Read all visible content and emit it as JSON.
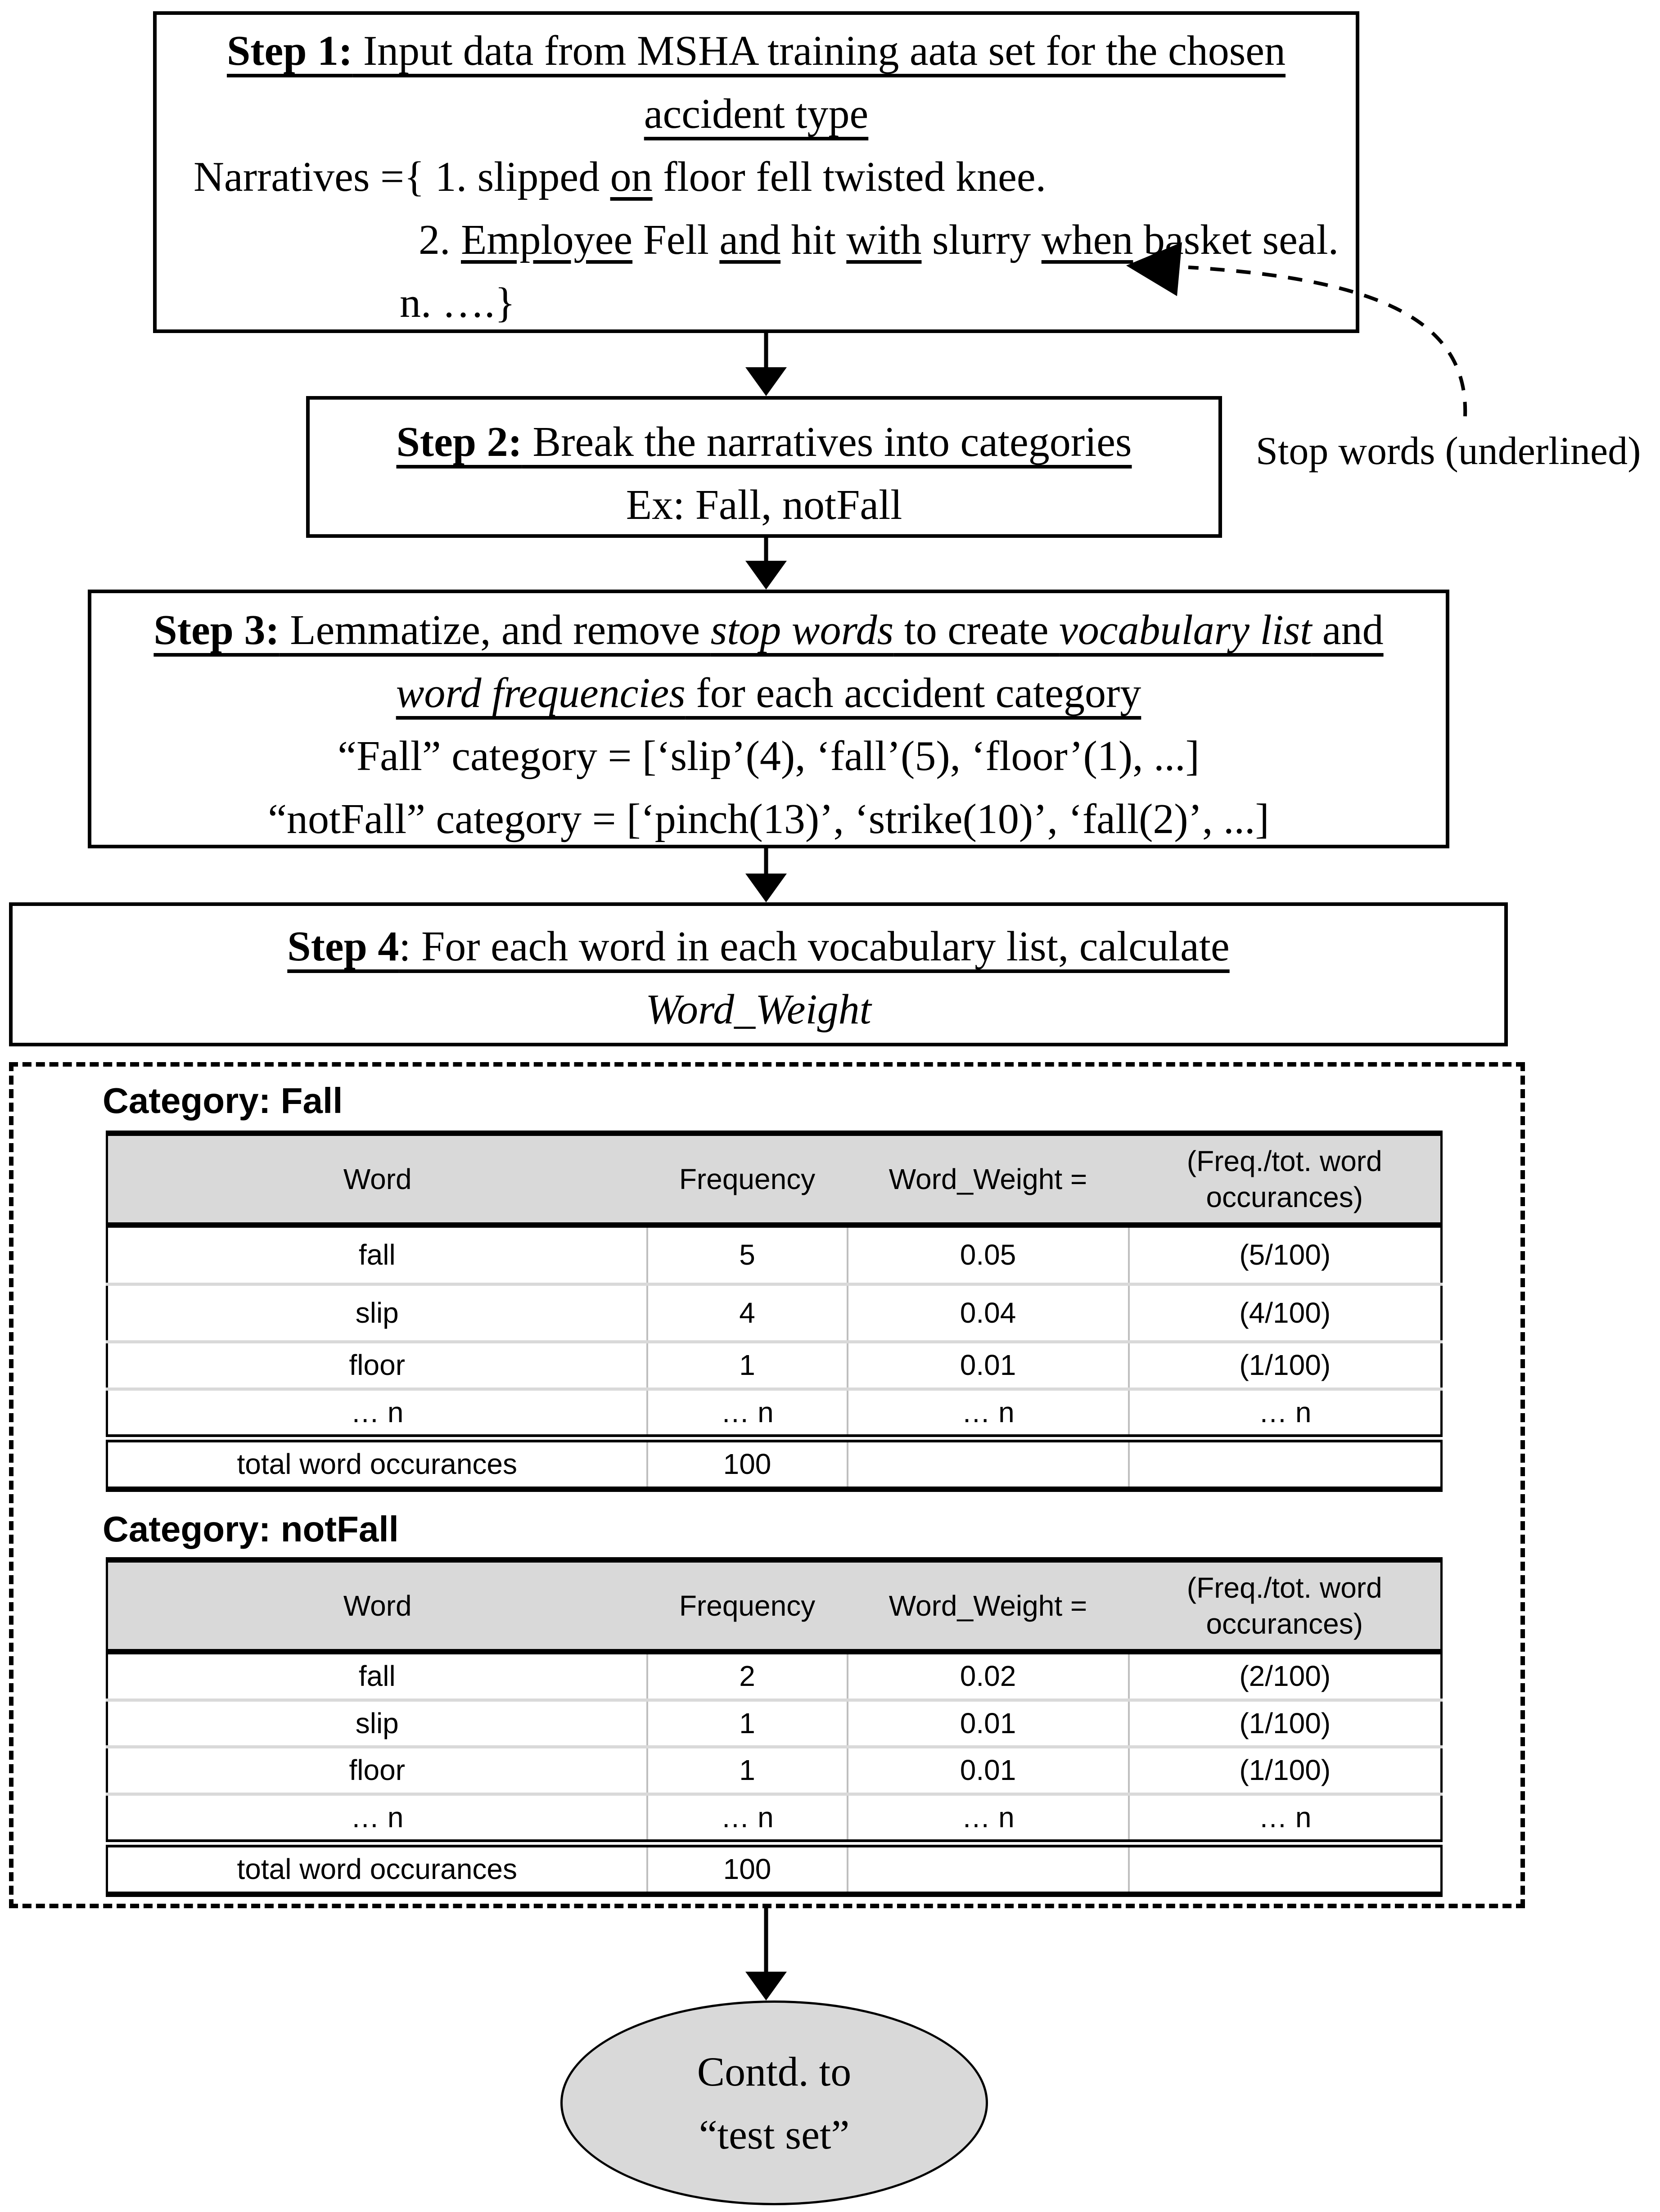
{
  "colors": {
    "ink": "#000000",
    "table_header_bg": "#d9d9d9",
    "ellipse_fill": "#d9d9d9",
    "row_divider": "#d9d9d9",
    "column_divider": "#bfbfbf"
  },
  "step1": {
    "title_bold": "Step 1:",
    "title_rest": " Input data from MSHA training aata set for the chosen",
    "title_line2": "accident type",
    "narr_1a": "Narratives ={ 1. slipped ",
    "narr_1_sw": "on",
    "narr_1b": " floor fell twisted knee.",
    "narr_2a": "2. ",
    "narr_2_sw1": "Employee",
    "narr_2b": " Fell ",
    "narr_2_sw2": "and",
    "narr_2c": " hit ",
    "narr_2_sw3": "with",
    "narr_2d": " slurry ",
    "narr_2_sw4": "when",
    "narr_2e": " basket seal.",
    "narr_3": "n. ….}"
  },
  "stop_words_note": "Stop words (underlined)",
  "step2": {
    "title_bold": "Step 2:",
    "title_rest": " Break the narratives into categories",
    "example": "Ex: Fall, notFall"
  },
  "step3": {
    "title_bold": "Step 3:",
    "t1": " Lemmatize, and remove ",
    "t1_it": "stop words",
    "t2": " to create ",
    "t2_it": "vocabulary list",
    "t3": " and",
    "l2_it": "word frequencies",
    "l2_rest": " for each accident category",
    "fall_line": "“Fall” category = [‘slip’(4), ‘fall’(5), ‘floor’(1), ...]",
    "notfall_line": "“notFall” category = [‘pinch(13)’, ‘strike(10)’, ‘fall(2)’, ...]"
  },
  "step4": {
    "title_bold": "Step 4",
    "title_rest": ": For each word in each vocabulary list, calculate",
    "formula": "Word_Weight"
  },
  "fall_table": {
    "category_label": "Category: Fall",
    "headers": [
      "Word",
      "Frequency",
      "Word_Weight =",
      "(Freq./tot. word occurances)"
    ],
    "rows": [
      [
        "fall",
        "5",
        "0.05",
        "(5/100)"
      ],
      [
        "slip",
        "4",
        "0.04",
        "(4/100)"
      ],
      [
        "floor",
        "1",
        "0.01",
        "(1/100)"
      ],
      [
        "… n",
        "… n",
        "… n",
        "… n"
      ]
    ],
    "total_row": [
      "total word occurances",
      "100",
      "",
      ""
    ]
  },
  "notfall_table": {
    "category_label": "Category: notFall",
    "headers": [
      "Word",
      "Frequency",
      "Word_Weight =",
      "(Freq./tot. word occurances)"
    ],
    "rows": [
      [
        "fall",
        "2",
        "0.02",
        "(2/100)"
      ],
      [
        "slip",
        "1",
        "0.01",
        "(1/100)"
      ],
      [
        "floor",
        "1",
        "0.01",
        "(1/100)"
      ],
      [
        "… n",
        "… n",
        "… n",
        "… n"
      ]
    ],
    "total_row": [
      "total word occurances",
      "100",
      "",
      ""
    ]
  },
  "terminator": {
    "line1": "Contd. to",
    "line2": "“test set”"
  }
}
